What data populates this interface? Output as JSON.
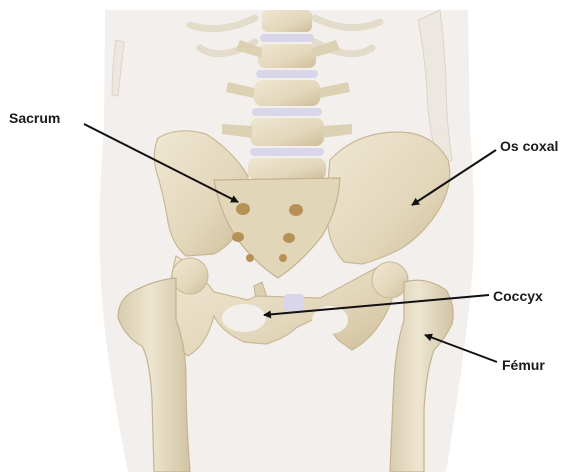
{
  "labels": {
    "sacrum": "Sacrum",
    "os_coxal": "Os coxal",
    "coccyx": "Coccyx",
    "femur": "Fémur"
  },
  "colors": {
    "background": "#ffffff",
    "body_silhouette": "#f3efec",
    "bone": "#e6dcc3",
    "bone_shadow": "#c9b896",
    "intervertebral_disc": "#d9d6ea",
    "foramen": "#b79055",
    "pointer_line": "#111111",
    "label_text": "#1a1a1a"
  }
}
